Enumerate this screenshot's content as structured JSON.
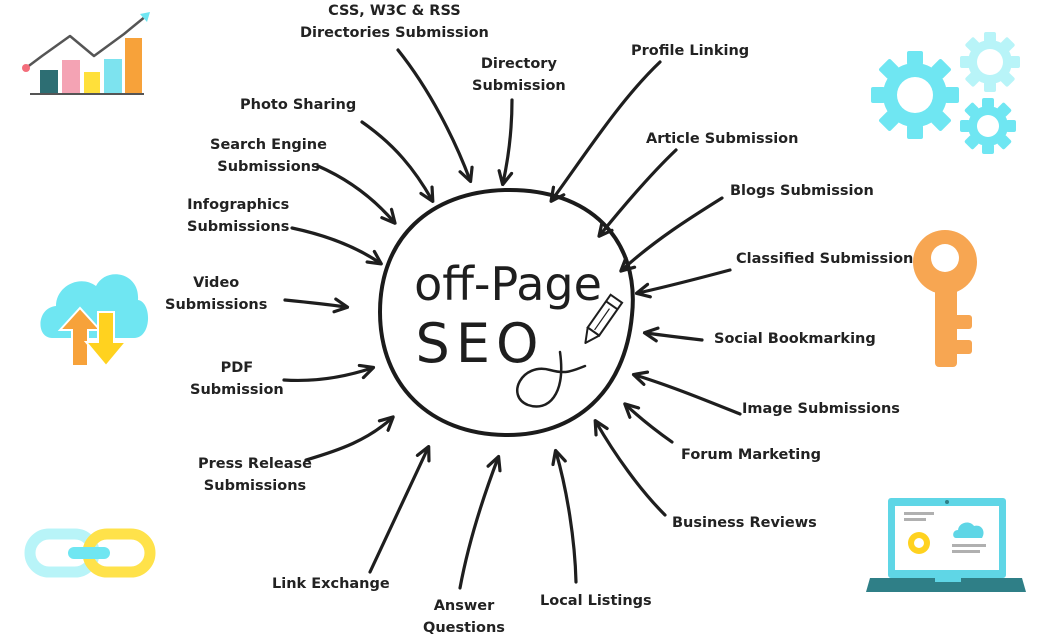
{
  "center": {
    "title_line1": "off-Page",
    "title_line2": "SEO"
  },
  "labels": [
    {
      "id": "css-w3c-rss",
      "text": "CSS, W3C & RSS\nDirectories Submission"
    },
    {
      "id": "directory",
      "text": "Directory\nSubmission"
    },
    {
      "id": "profile-linking",
      "text": "Profile Linking"
    },
    {
      "id": "photo-sharing",
      "text": "Photo Sharing"
    },
    {
      "id": "article-submission",
      "text": "Article Submission"
    },
    {
      "id": "search-engine",
      "text": "Search Engine\nSubmissions"
    },
    {
      "id": "blogs-submission",
      "text": "Blogs Submission"
    },
    {
      "id": "infographics",
      "text": "Infographics\nSubmissions"
    },
    {
      "id": "classified",
      "text": "Classified Submission"
    },
    {
      "id": "video",
      "text": "Video\nSubmissions"
    },
    {
      "id": "social-bookmarking",
      "text": "Social Bookmarking"
    },
    {
      "id": "pdf",
      "text": "PDF\nSubmission"
    },
    {
      "id": "image-submissions",
      "text": "Image Submissions"
    },
    {
      "id": "forum-marketing",
      "text": "Forum Marketing"
    },
    {
      "id": "press-release",
      "text": "Press Release\nSubmissions"
    },
    {
      "id": "business-reviews",
      "text": "Business Reviews"
    },
    {
      "id": "link-exchange",
      "text": "Link Exchange"
    },
    {
      "id": "answer-questions",
      "text": "Answer\nQuestions"
    },
    {
      "id": "local-listings",
      "text": "Local Listings"
    }
  ],
  "icons": [
    {
      "id": "bar-chart-icon",
      "colors": [
        "#2d6e73",
        "#f4a3b4",
        "#ffe03a",
        "#7de3ef",
        "#f7a23a"
      ]
    },
    {
      "id": "gears-icon",
      "colors": [
        "#6fe6f2",
        "#b8f4f8"
      ]
    },
    {
      "id": "cloud-sync-icon",
      "colors": [
        "#6fe6f2",
        "#f7a23a",
        "#ffd21f"
      ]
    },
    {
      "id": "key-icon",
      "colors": [
        "#f7a652"
      ]
    },
    {
      "id": "link-chain-icon",
      "colors": [
        "#b8f4f8",
        "#ffe24a"
      ]
    },
    {
      "id": "laptop-icon",
      "colors": [
        "#5fd6e6",
        "#2f7f87",
        "#ffd21f"
      ]
    }
  ]
}
